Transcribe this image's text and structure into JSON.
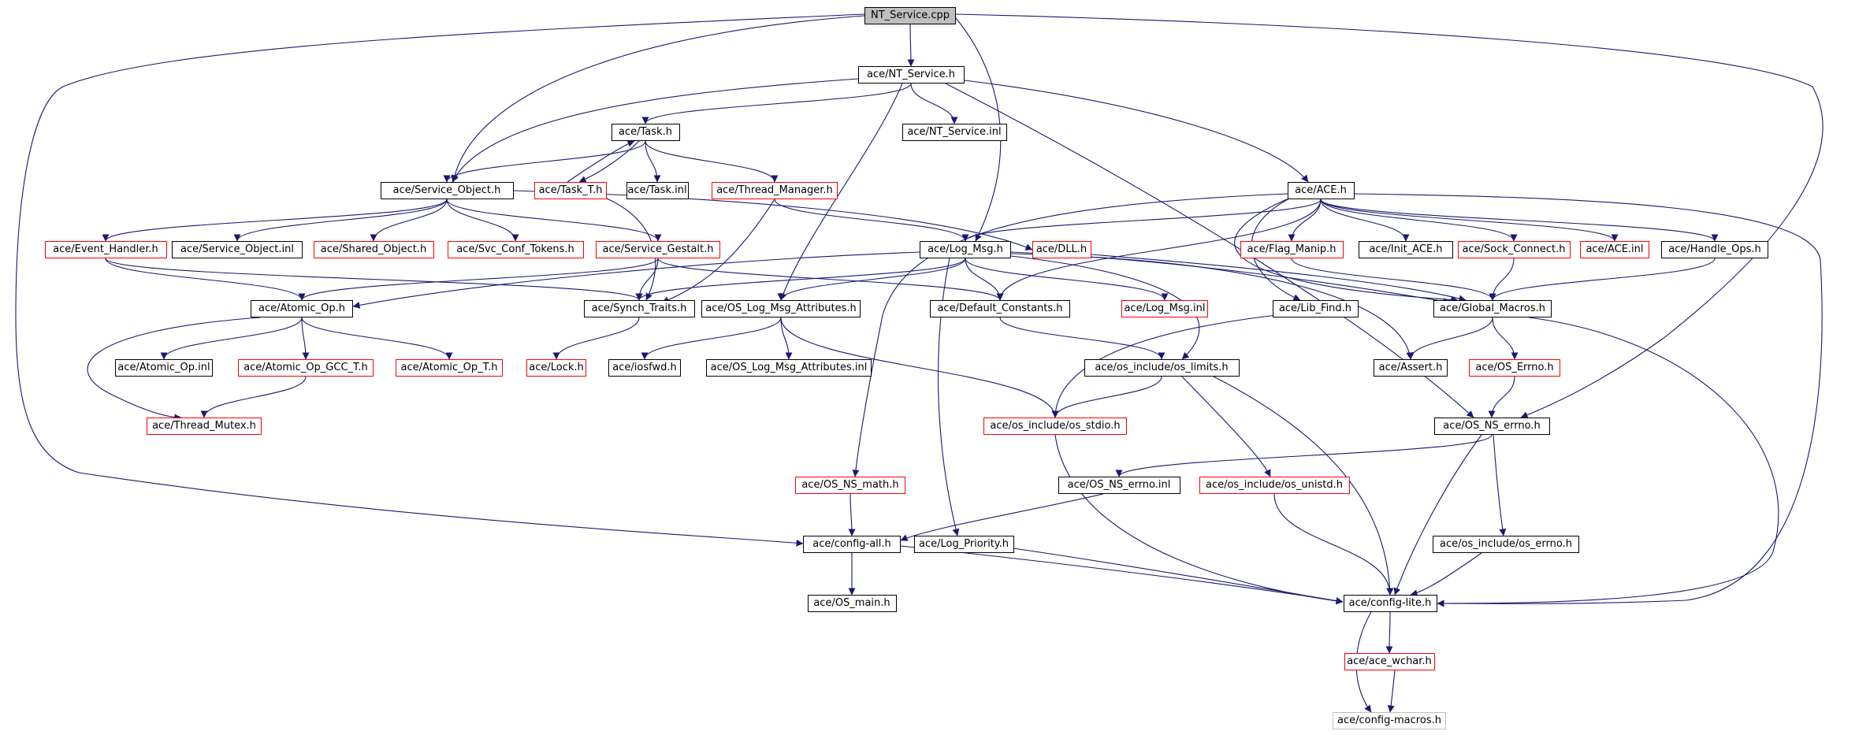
{
  "colors": {
    "edge": "#191970",
    "node_border": "#000000",
    "external_border": "#ff0000",
    "undocumented_border": "#bfbfbf",
    "root_fill": "#bfbfbf",
    "background": "#ffffff"
  },
  "nodes": {
    "nt_service_cpp": {
      "label": "NT_Service.cpp",
      "kind": "root"
    },
    "nt_service_h": {
      "label": "ace/NT_Service.h",
      "kind": "local"
    },
    "task_h": {
      "label": "ace/Task.h",
      "kind": "local"
    },
    "nt_service_inl": {
      "label": "ace/NT_Service.inl",
      "kind": "local"
    },
    "service_object_h": {
      "label": "ace/Service_Object.h",
      "kind": "local"
    },
    "task_t_h": {
      "label": "ace/Task_T.h",
      "kind": "external"
    },
    "task_inl": {
      "label": "ace/Task.inl",
      "kind": "local"
    },
    "thread_manager_h": {
      "label": "ace/Thread_Manager.h",
      "kind": "external"
    },
    "ace_h": {
      "label": "ace/ACE.h",
      "kind": "local"
    },
    "event_handler_h": {
      "label": "ace/Event_Handler.h",
      "kind": "external"
    },
    "service_object_inl": {
      "label": "ace/Service_Object.inl",
      "kind": "local"
    },
    "shared_object_h": {
      "label": "ace/Shared_Object.h",
      "kind": "external"
    },
    "svc_conf_tokens_h": {
      "label": "ace/Svc_Conf_Tokens.h",
      "kind": "external"
    },
    "service_gestalt_h": {
      "label": "ace/Service_Gestalt.h",
      "kind": "external"
    },
    "log_msg_h": {
      "label": "ace/Log_Msg.h",
      "kind": "local"
    },
    "dll_h": {
      "label": "ace/DLL.h",
      "kind": "external"
    },
    "flag_manip_h": {
      "label": "ace/Flag_Manip.h",
      "kind": "external"
    },
    "init_ace_h": {
      "label": "ace/Init_ACE.h",
      "kind": "local"
    },
    "sock_connect_h": {
      "label": "ace/Sock_Connect.h",
      "kind": "external"
    },
    "ace_inl": {
      "label": "ace/ACE.inl",
      "kind": "external"
    },
    "handle_ops_h": {
      "label": "ace/Handle_Ops.h",
      "kind": "local"
    },
    "atomic_op_h": {
      "label": "ace/Atomic_Op.h",
      "kind": "local"
    },
    "synch_traits_h": {
      "label": "ace/Synch_Traits.h",
      "kind": "local"
    },
    "os_log_msg_attributes_h": {
      "label": "ace/OS_Log_Msg_Attributes.h",
      "kind": "local"
    },
    "default_constants_h": {
      "label": "ace/Default_Constants.h",
      "kind": "local"
    },
    "log_msg_inl": {
      "label": "ace/Log_Msg.inl",
      "kind": "external"
    },
    "lib_find_h": {
      "label": "ace/Lib_Find.h",
      "kind": "local"
    },
    "global_macros_h": {
      "label": "ace/Global_Macros.h",
      "kind": "local"
    },
    "atomic_op_inl": {
      "label": "ace/Atomic_Op.inl",
      "kind": "local"
    },
    "atomic_op_gcc_t_h": {
      "label": "ace/Atomic_Op_GCC_T.h",
      "kind": "external"
    },
    "atomic_op_t_h": {
      "label": "ace/Atomic_Op_T.h",
      "kind": "external"
    },
    "lock_h": {
      "label": "ace/Lock.h",
      "kind": "external"
    },
    "iosfwd_h": {
      "label": "ace/iosfwd.h",
      "kind": "local"
    },
    "os_log_msg_attributes_inl": {
      "label": "ace/OS_Log_Msg_Attributes.inl",
      "kind": "local"
    },
    "os_limits_h": {
      "label": "ace/os_include/os_limits.h",
      "kind": "local"
    },
    "assert_h": {
      "label": "ace/Assert.h",
      "kind": "local"
    },
    "os_errno_h": {
      "label": "ace/OS_Errno.h",
      "kind": "external"
    },
    "thread_mutex_h": {
      "label": "ace/Thread_Mutex.h",
      "kind": "external"
    },
    "os_stdio_h": {
      "label": "ace/os_include/os_stdio.h",
      "kind": "external"
    },
    "os_ns_errno_h": {
      "label": "ace/OS_NS_errno.h",
      "kind": "local"
    },
    "os_ns_math_h": {
      "label": "ace/OS_NS_math.h",
      "kind": "external"
    },
    "os_ns_errno_inl": {
      "label": "ace/OS_NS_errno.inl",
      "kind": "local"
    },
    "os_unistd_h": {
      "label": "ace/os_include/os_unistd.h",
      "kind": "external"
    },
    "config_all_h": {
      "label": "ace/config-all.h",
      "kind": "local"
    },
    "log_priority_h": {
      "label": "ace/Log_Priority.h",
      "kind": "local"
    },
    "os_errno_inc_h": {
      "label": "ace/os_include/os_errno.h",
      "kind": "local"
    },
    "os_main_h": {
      "label": "ace/OS_main.h",
      "kind": "local"
    },
    "config_lite_h": {
      "label": "ace/config-lite.h",
      "kind": "local"
    },
    "ace_wchar_h": {
      "label": "ace/ace_wchar.h",
      "kind": "external"
    },
    "config_macros_h": {
      "label": "ace/config-macros.h",
      "kind": "undocumented"
    }
  },
  "edges": [
    [
      "nt_service_cpp",
      "nt_service_h"
    ],
    [
      "nt_service_cpp",
      "service_object_h"
    ],
    [
      "nt_service_cpp",
      "log_msg_h"
    ],
    [
      "nt_service_cpp",
      "config_all_h"
    ],
    [
      "nt_service_cpp",
      "os_ns_errno_h"
    ],
    [
      "nt_service_h",
      "task_h"
    ],
    [
      "nt_service_h",
      "nt_service_inl"
    ],
    [
      "nt_service_h",
      "service_object_h"
    ],
    [
      "nt_service_h",
      "ace_h"
    ],
    [
      "nt_service_h",
      "os_log_msg_attributes_h"
    ],
    [
      "nt_service_h",
      "os_ns_errno_h"
    ],
    [
      "task_h",
      "service_object_h"
    ],
    [
      "task_h",
      "task_t_h"
    ],
    [
      "task_h",
      "task_inl"
    ],
    [
      "task_h",
      "thread_manager_h"
    ],
    [
      "task_t_h",
      "task_h"
    ],
    [
      "task_t_h",
      "synch_traits_h"
    ],
    [
      "thread_manager_h",
      "synch_traits_h"
    ],
    [
      "thread_manager_h",
      "log_msg_h"
    ],
    [
      "service_object_h",
      "event_handler_h"
    ],
    [
      "service_object_h",
      "service_object_inl"
    ],
    [
      "service_object_h",
      "shared_object_h"
    ],
    [
      "service_object_h",
      "svc_conf_tokens_h"
    ],
    [
      "service_object_h",
      "service_gestalt_h"
    ],
    [
      "service_object_h",
      "dll_h"
    ],
    [
      "event_handler_h",
      "atomic_op_h"
    ],
    [
      "event_handler_h",
      "synch_traits_h"
    ],
    [
      "service_gestalt_h",
      "atomic_op_h"
    ],
    [
      "service_gestalt_h",
      "synch_traits_h"
    ],
    [
      "service_gestalt_h",
      "default_constants_h"
    ],
    [
      "dll_h",
      "global_macros_h"
    ],
    [
      "ace_h",
      "log_msg_h"
    ],
    [
      "ace_h",
      "flag_manip_h"
    ],
    [
      "ace_h",
      "init_ace_h"
    ],
    [
      "ace_h",
      "sock_connect_h"
    ],
    [
      "ace_h",
      "ace_inl"
    ],
    [
      "ace_h",
      "handle_ops_h"
    ],
    [
      "ace_h",
      "default_constants_h"
    ],
    [
      "ace_h",
      "lib_find_h"
    ],
    [
      "ace_h",
      "global_macros_h"
    ],
    [
      "ace_h",
      "os_ns_math_h"
    ],
    [
      "ace_h",
      "config_lite_h"
    ],
    [
      "flag_manip_h",
      "global_macros_h"
    ],
    [
      "sock_connect_h",
      "global_macros_h"
    ],
    [
      "handle_ops_h",
      "global_macros_h"
    ],
    [
      "log_msg_h",
      "atomic_op_h"
    ],
    [
      "log_msg_h",
      "synch_traits_h"
    ],
    [
      "log_msg_h",
      "os_log_msg_attributes_h"
    ],
    [
      "log_msg_h",
      "default_constants_h"
    ],
    [
      "log_msg_h",
      "log_msg_inl"
    ],
    [
      "log_msg_h",
      "global_macros_h"
    ],
    [
      "log_msg_h",
      "assert_h"
    ],
    [
      "log_msg_h",
      "os_limits_h"
    ],
    [
      "log_msg_h",
      "log_priority_h"
    ],
    [
      "atomic_op_h",
      "atomic_op_inl"
    ],
    [
      "atomic_op_h",
      "atomic_op_gcc_t_h"
    ],
    [
      "atomic_op_h",
      "atomic_op_t_h"
    ],
    [
      "atomic_op_h",
      "thread_mutex_h"
    ],
    [
      "atomic_op_gcc_t_h",
      "thread_mutex_h"
    ],
    [
      "synch_traits_h",
      "lock_h"
    ],
    [
      "os_log_msg_attributes_h",
      "iosfwd_h"
    ],
    [
      "os_log_msg_attributes_h",
      "os_log_msg_attributes_inl"
    ],
    [
      "os_log_msg_attributes_h",
      "os_stdio_h"
    ],
    [
      "default_constants_h",
      "os_limits_h"
    ],
    [
      "lib_find_h",
      "os_stdio_h"
    ],
    [
      "global_macros_h",
      "assert_h"
    ],
    [
      "global_macros_h",
      "os_errno_h"
    ],
    [
      "global_macros_h",
      "config_lite_h"
    ],
    [
      "os_errno_h",
      "os_ns_errno_h"
    ],
    [
      "os_limits_h",
      "os_stdio_h"
    ],
    [
      "os_limits_h",
      "os_unistd_h"
    ],
    [
      "os_limits_h",
      "config_lite_h"
    ],
    [
      "os_stdio_h",
      "config_lite_h"
    ],
    [
      "os_ns_errno_h",
      "os_ns_errno_inl"
    ],
    [
      "os_ns_errno_h",
      "os_errno_inc_h"
    ],
    [
      "os_ns_errno_h",
      "config_lite_h"
    ],
    [
      "os_ns_math_h",
      "config_all_h"
    ],
    [
      "os_ns_errno_inl",
      "config_all_h"
    ],
    [
      "os_unistd_h",
      "config_lite_h"
    ],
    [
      "config_all_h",
      "os_main_h"
    ],
    [
      "config_all_h",
      "config_lite_h"
    ],
    [
      "log_priority_h",
      "config_lite_h"
    ],
    [
      "os_errno_inc_h",
      "config_lite_h"
    ],
    [
      "config_lite_h",
      "ace_wchar_h"
    ],
    [
      "config_lite_h",
      "config_macros_h"
    ],
    [
      "ace_wchar_h",
      "config_macros_h"
    ]
  ]
}
